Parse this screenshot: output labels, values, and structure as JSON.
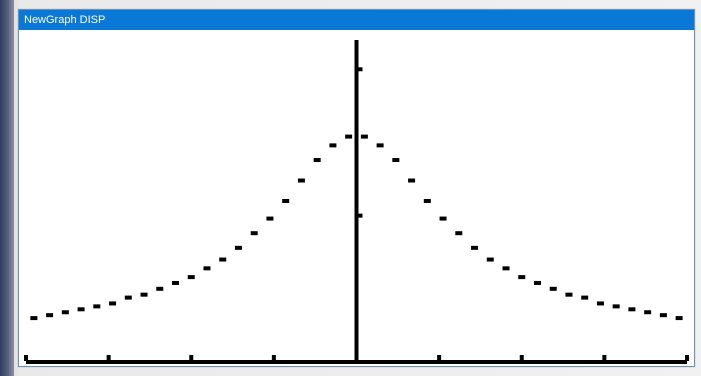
{
  "window": {
    "title": "NewGraph DISP"
  },
  "colors": {
    "titlebar": "#0a78d7",
    "plot_background": "#ffffff",
    "curve": "#000000",
    "axes": "#000000"
  },
  "chart_data": {
    "type": "scatter",
    "title": "",
    "xlabel": "",
    "ylabel": "",
    "xlim": [
      -4.2,
      4.2
    ],
    "ylim": [
      0,
      1.1
    ],
    "grid": false,
    "legend": "none",
    "x": [
      -4.1,
      -3.9,
      -3.7,
      -3.5,
      -3.3,
      -3.1,
      -2.9,
      -2.7,
      -2.5,
      -2.3,
      -2.1,
      -1.9,
      -1.7,
      -1.5,
      -1.3,
      -1.1,
      -0.9,
      -0.7,
      -0.5,
      -0.3,
      -0.1,
      0.1,
      0.3,
      0.5,
      0.7,
      0.9,
      1.1,
      1.3,
      1.5,
      1.7,
      1.9,
      2.1,
      2.3,
      2.5,
      2.7,
      2.9,
      3.1,
      3.3,
      3.5,
      3.7,
      3.9,
      4.1
    ],
    "values": [
      0.15,
      0.16,
      0.17,
      0.18,
      0.19,
      0.2,
      0.22,
      0.23,
      0.25,
      0.27,
      0.29,
      0.32,
      0.35,
      0.39,
      0.44,
      0.49,
      0.55,
      0.62,
      0.69,
      0.74,
      0.77,
      0.77,
      0.74,
      0.69,
      0.62,
      0.55,
      0.49,
      0.44,
      0.39,
      0.35,
      0.32,
      0.29,
      0.27,
      0.25,
      0.23,
      0.22,
      0.2,
      0.19,
      0.18,
      0.17,
      0.16,
      0.15
    ],
    "x_ticks": [
      -4.2,
      -3.15,
      -2.1,
      -1.05,
      0,
      1.05,
      2.1,
      3.15,
      4.2
    ],
    "y_ticks": [
      0.5,
      1.0
    ],
    "tick_labels": []
  }
}
